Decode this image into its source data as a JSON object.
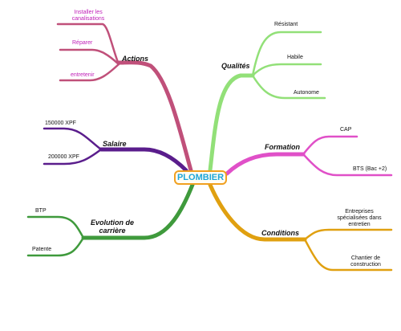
{
  "center": "PLOMBIER",
  "colors": {
    "actions": "#c0507a",
    "salaire": "#5a1d8c",
    "evolution": "#3f9a3c",
    "qualites": "#92e078",
    "formation": "#e050c8",
    "conditions": "#e0a010",
    "center_border": "#f0a020",
    "center_text": "#1fa6d8"
  },
  "branches": {
    "actions": {
      "title": "Actions",
      "items": [
        "Installer les canalisations",
        "Réparer",
        "entretenir"
      ]
    },
    "salaire": {
      "title": "Salaire",
      "items": [
        "150000 XPF",
        "200000 XPF"
      ]
    },
    "evolution": {
      "title": "Evolution de carrière",
      "items": [
        "BTP",
        "Patente"
      ]
    },
    "qualites": {
      "title": "Qualités",
      "items": [
        "Résistant",
        "Habile",
        "Autonome"
      ]
    },
    "formation": {
      "title": "Formation",
      "items": [
        "CAP",
        "BTS (Bac +2)"
      ]
    },
    "conditions": {
      "title": "Conditions",
      "items": [
        "Entreprises spécialisées dans entretien",
        "Chantier de construction"
      ]
    }
  }
}
